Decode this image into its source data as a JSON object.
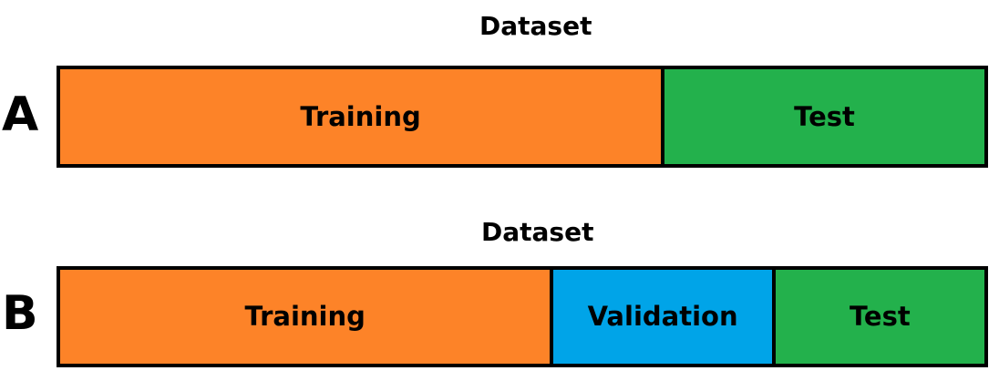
{
  "colors": {
    "training": "#FD8328",
    "validation": "#00A4E8",
    "test": "#23B14C",
    "border": "#000000"
  },
  "panels": [
    {
      "letter": "A",
      "title": "Dataset",
      "segments": [
        {
          "label": "Training",
          "color_key": "training",
          "share": 0.65
        },
        {
          "label": "Test",
          "color_key": "test",
          "share": 0.35
        }
      ]
    },
    {
      "letter": "B",
      "title": "Dataset",
      "segments": [
        {
          "label": "Training",
          "color_key": "training",
          "share": 0.53
        },
        {
          "label": "Validation",
          "color_key": "validation",
          "share": 0.24
        },
        {
          "label": "Test",
          "color_key": "test",
          "share": 0.23
        }
      ]
    }
  ]
}
